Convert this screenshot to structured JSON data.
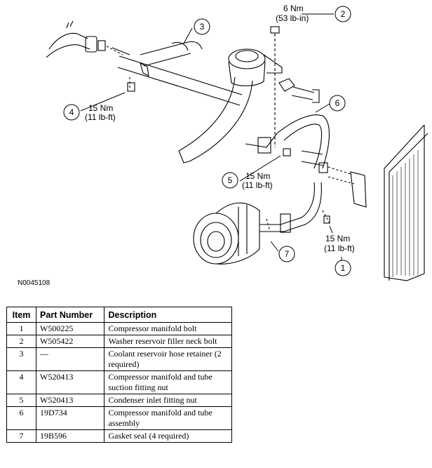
{
  "figure_id": "N0045108",
  "callouts": [
    {
      "num": "1",
      "torque": "15 Nm",
      "torque_alt": "(11 lb-ft)"
    },
    {
      "num": "2",
      "torque": "6 Nm",
      "torque_alt": "(53 lb-in)"
    },
    {
      "num": "3"
    },
    {
      "num": "4",
      "torque": "15 Nm",
      "torque_alt": "(11 lb-ft)"
    },
    {
      "num": "5",
      "torque": "15 Nm",
      "torque_alt": "(11 lb-ft)"
    },
    {
      "num": "6"
    },
    {
      "num": "7"
    }
  ],
  "table": {
    "headers": [
      "Item",
      "Part Number",
      "Description"
    ],
    "rows": [
      {
        "item": "1",
        "part": "W500225",
        "desc": "Compressor manifold bolt"
      },
      {
        "item": "2",
        "part": "W505422",
        "desc": "Washer reservoir filler neck bolt"
      },
      {
        "item": "3",
        "part": "—",
        "desc": "Coolant reservoir hose retainer (2 required)"
      },
      {
        "item": "4",
        "part": "W520413",
        "desc": "Compressor manifold and tube suction fitting nut"
      },
      {
        "item": "5",
        "part": "W520413",
        "desc": "Condenser inlet fitting nut"
      },
      {
        "item": "6",
        "part": "19D734",
        "desc": "Compressor manifold and tube assembly"
      },
      {
        "item": "7",
        "part": "19B596",
        "desc": "Gasket seal (4 required)"
      }
    ]
  }
}
